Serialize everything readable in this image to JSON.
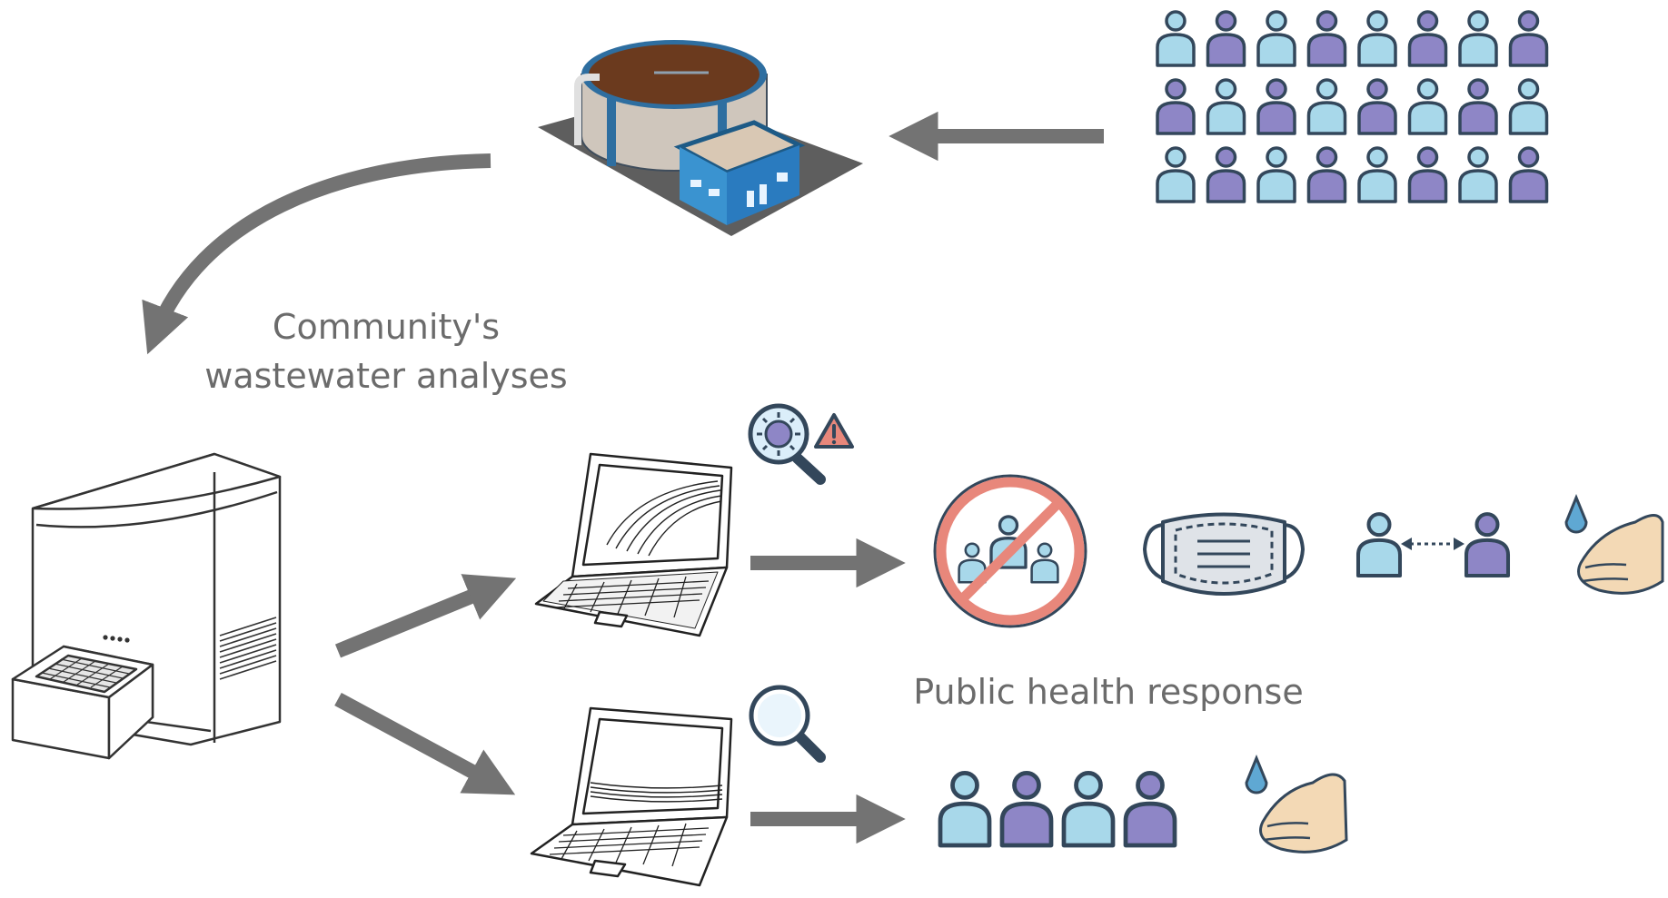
{
  "labels": {
    "community_line1": "Community's",
    "community_line2": "wastewater analyses",
    "public_health": "Public health response"
  },
  "colors": {
    "arrow": "#737373",
    "person_light": "#a8d8ea",
    "person_dark": "#8e86c6",
    "outline": "#33475b",
    "alert_red": "#e8877b",
    "water": "#5fa8d3",
    "hand": "#f3d9b5"
  },
  "icons": [
    "wastewater-treatment-plant-icon",
    "population-grid-icon",
    "qpcr-machine-icon",
    "laptop-positive-curves-icon",
    "laptop-flat-curves-icon",
    "virus-magnifier-icon",
    "warning-icon",
    "magnifier-icon",
    "no-gathering-icon",
    "face-mask-icon",
    "social-distance-icon",
    "handwashing-icon",
    "people-group-icon"
  ]
}
